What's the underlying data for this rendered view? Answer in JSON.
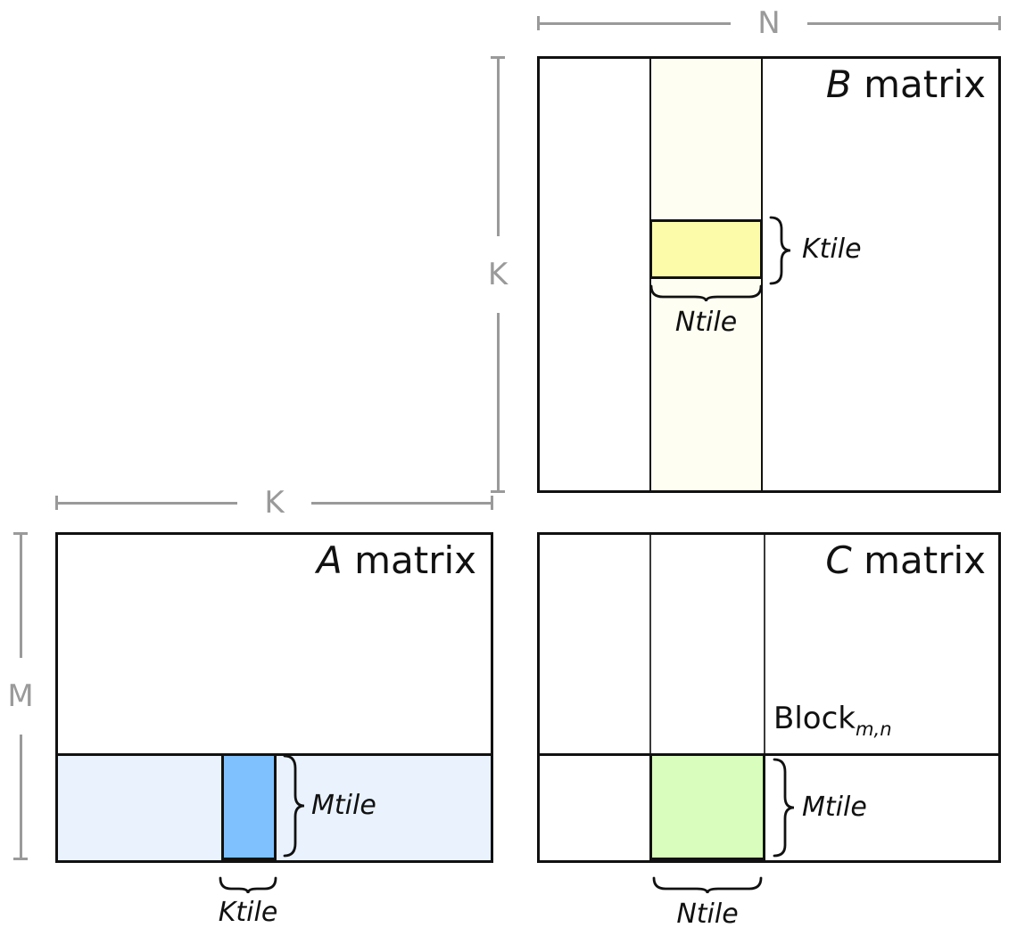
{
  "colors": {
    "dim": "#9a9a9a",
    "border": "#111111",
    "thin": "#3a3a3a",
    "b_strip": "#fffef2",
    "b_tile": "#fbfba9",
    "a_strip": "#e9f2fd",
    "a_tile": "#7fc1ff",
    "c_tile": "#d9fdbc"
  },
  "dims": {
    "n": {
      "label": "N"
    },
    "k_vertical": {
      "label": "K"
    },
    "k_horizontal": {
      "label": "K"
    },
    "m": {
      "label": "M"
    }
  },
  "b_matrix": {
    "title_letter": "B",
    "title_rest": " matrix",
    "ktile_label": "Ktile",
    "ntile_label": "Ntile"
  },
  "a_matrix": {
    "title_letter": "A",
    "title_rest": " matrix",
    "mtile_label": "Mtile",
    "ktile_label": "Ktile"
  },
  "c_matrix": {
    "title_letter": "C",
    "title_rest": " matrix",
    "block_base": "Block",
    "block_sub": "m,n",
    "mtile_label": "Mtile",
    "ntile_label": "Ntile"
  }
}
